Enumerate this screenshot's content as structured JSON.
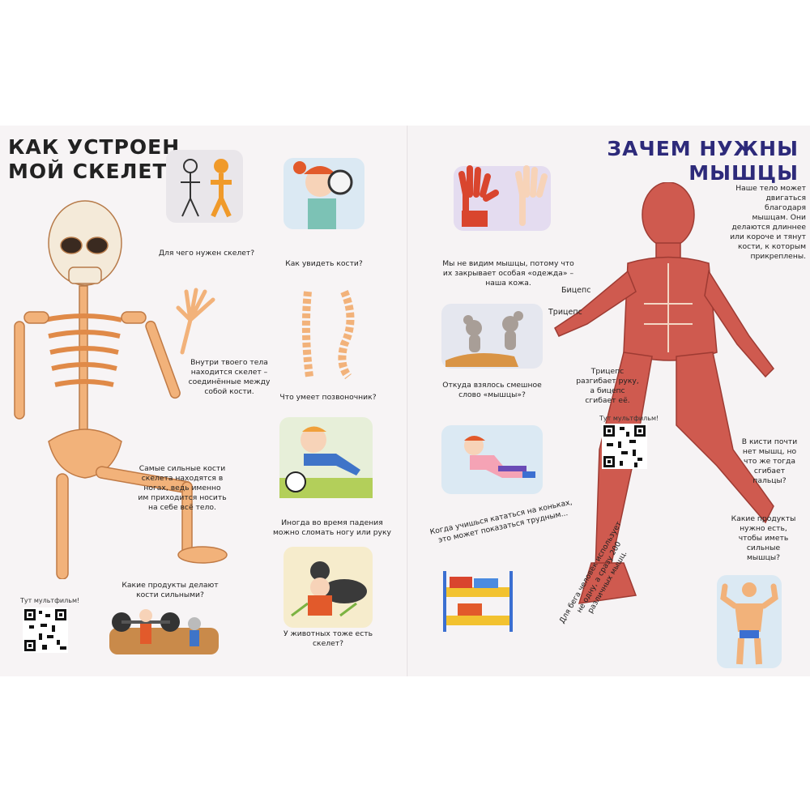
{
  "left_page": {
    "title_line1": "Как устроен",
    "title_line2": "мой скелет",
    "captions": {
      "why_skeleton": "Для чего нужен скелет?",
      "see_bones": "Как увидеть кости?",
      "inside_body": "Внутри твоего тела находится скелет – соединённые между собой кости.",
      "spine": "Что умеет позвоночник?",
      "strongest": "Самые сильные кости скелета находятся в ногах, ведь именно им приходится носить на себе всё тело.",
      "falling": "Иногда во время падения можно сломать ногу или руку",
      "foods": "Какие продукты делают кости сильными?",
      "animals": "У животных тоже есть скелет?"
    },
    "qr_caption": "Тут мультфильм!"
  },
  "right_page": {
    "title_line1": "Зачем нужны",
    "title_line2": "мышцы",
    "captions": {
      "body_moves": "Наше тело может двигаться благодаря мышцам. Они делаются длиннее или короче и тянут кости, к которым прикреплены.",
      "skin": "Мы не видим мышцы, потому что их закрывает особая «одежда» – наша кожа.",
      "word_origin": "Откуда взялось смешное слово «мышцы»?",
      "triceps_info": "Трицепс разгибает руку, а бицепс сгибает её.",
      "hand": "В кисти почти нет мышц, но что же тогда сгибает пальцы?",
      "skating": "Когда учишься кататься на коньках, это может показаться трудным...",
      "foods": "Какие продукты нужно есть, чтобы иметь сильные мышцы?",
      "running": "Для бега человек использует не одну, а сразу 200 различных мышц."
    },
    "labels": {
      "biceps": "Бицепс",
      "triceps": "Трицепс"
    },
    "qr_caption": "Тут мультфильм!"
  },
  "colors": {
    "left_title": "#222222",
    "right_title": "#2d2a7a",
    "bone": "#f2b27a",
    "muscle": "#cf5a4f"
  }
}
